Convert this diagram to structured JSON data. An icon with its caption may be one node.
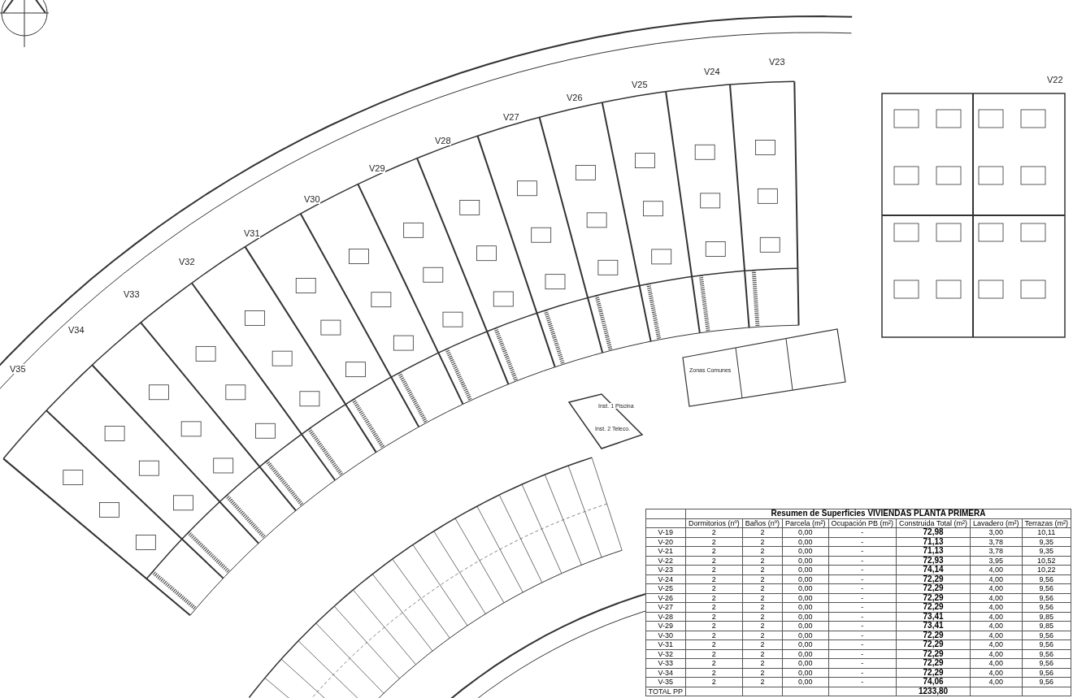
{
  "diagram": {
    "labels": [
      "V35",
      "V34",
      "V33",
      "V32",
      "V31",
      "V30",
      "V29",
      "V28",
      "V27",
      "V26",
      "V25",
      "V24",
      "V23",
      "V22",
      "Zonas Comunes",
      "Inst. 1 Piscina",
      "Inst. 2 Teleco.",
      "Resumen de Superficies VIVIENDAS PLANTA PRIMERA",
      "Dormitorios (nº)",
      "Baños (nº)",
      "Parcela (m²)",
      "Ocupación PB (m²)",
      "Construida Total (m²)",
      "Lavadero (m²)",
      "Terrazas (m²)",
      "V-19",
      "2",
      "2",
      "0,00",
      "-",
      "72,98",
      "3,00",
      "10,11",
      "V-20",
      "2",
      "2",
      "0,00",
      "-",
      "71,13",
      "3,78",
      "9,35",
      "V-21",
      "2",
      "2",
      "0,00",
      "-",
      "71,13",
      "3,78",
      "9,35",
      "V-22",
      "2",
      "2",
      "0,00",
      "-",
      "72,93",
      "3,95",
      "10,52",
      "V-23",
      "2",
      "2",
      "0,00",
      "-",
      "74,14",
      "4,00",
      "10,22",
      "V-24",
      "2",
      "2",
      "0,00",
      "-",
      "72,29",
      "4,00",
      "9,56",
      "V-25",
      "2",
      "2",
      "0,00",
      "-",
      "72,29",
      "4,00",
      "9,56",
      "V-26",
      "2",
      "2",
      "0,00",
      "-",
      "72,29",
      "4,00",
      "9,56",
      "V-27",
      "2",
      "2",
      "0,00",
      "-",
      "72,29",
      "4,00",
      "9,56",
      "V-28",
      "2",
      "2",
      "0,00",
      "-",
      "73,41",
      "4,00",
      "9,85",
      "V-29",
      "2",
      "2",
      "0,00",
      "-",
      "73,41",
      "4,00",
      "9,85",
      "V-30",
      "2",
      "2",
      "0,00",
      "-",
      "72,29",
      "4,00",
      "9,56",
      "V-31",
      "2",
      "2",
      "0,00",
      "-",
      "72,29",
      "4,00",
      "9,56",
      "V-32",
      "2",
      "2",
      "0,00",
      "-",
      "72,29",
      "4,00",
      "9,56",
      "V-33",
      "2",
      "2",
      "0,00",
      "-",
      "72,29",
      "4,00",
      "9,56",
      "V-34",
      "2",
      "2",
      "0,00",
      "-",
      "72,29",
      "4,00",
      "9,56",
      "V-35",
      "2",
      "2",
      "0,00",
      "-",
      "74,06",
      "4,00",
      "9,56",
      "TOTAL PP",
      "1233,80"
    ]
  }
}
